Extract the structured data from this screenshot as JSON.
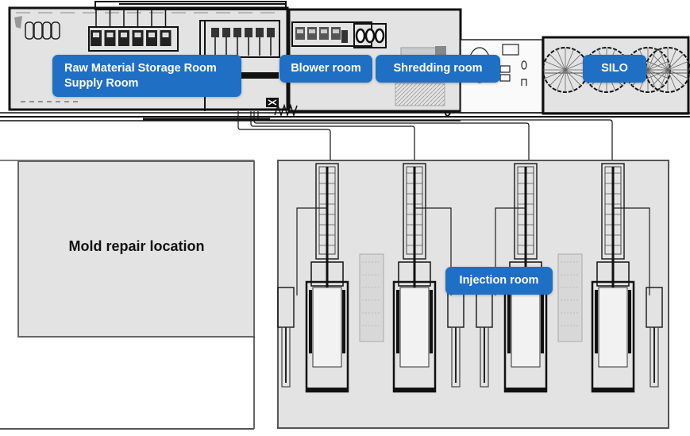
{
  "diagram": {
    "type": "factory floor plan",
    "colors": {
      "label_bg": "#1f6fc5",
      "label_text": "#ffffff",
      "room_fill": "#e3e3e3",
      "line": "#111111"
    },
    "labels": {
      "raw_material": [
        "Raw Material Storage Room",
        "Supply Room"
      ],
      "blower": "Blower room",
      "shredding": "Shredding room",
      "silo": "SILO",
      "injection": "Injection room",
      "mold_repair": "Mold repair location"
    },
    "counts": {
      "raw_storage_units": 6,
      "blower_units": 4,
      "shredder_units": 3,
      "silos": 4,
      "injection_machines": 4
    }
  }
}
